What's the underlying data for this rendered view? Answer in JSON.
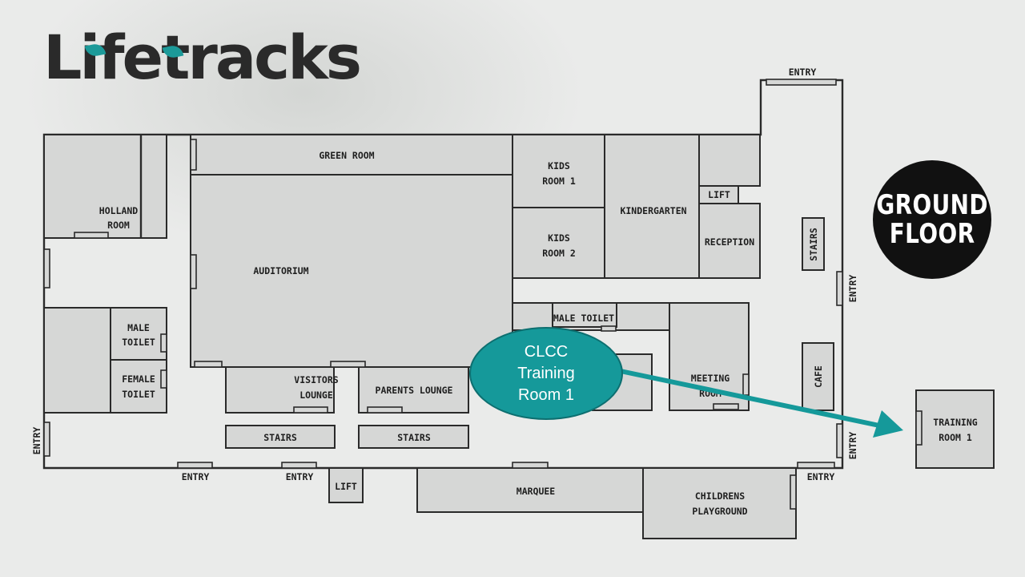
{
  "brand": {
    "logo_text": "Lifetracks",
    "accent_color": "#1c9a99"
  },
  "floor_badge": {
    "line1": "GROUND",
    "line2": "FLOOR"
  },
  "callout": {
    "line1": "CLCC",
    "line2": "Training",
    "line3": "Room 1",
    "color": "#15999a"
  },
  "rooms": {
    "holland": [
      "HOLLAND",
      "ROOM"
    ],
    "green_room": "GREEN ROOM",
    "auditorium": "AUDITORIUM",
    "kids1": [
      "KIDS",
      "ROOM 1"
    ],
    "kids2": [
      "KIDS",
      "ROOM 2"
    ],
    "kindergarten": "KINDERGARTEN",
    "lift_top": "LIFT",
    "reception": "RECEPTION",
    "stairs_right": "STAIRS",
    "male_toilet_left": [
      "MALE",
      "TOILET"
    ],
    "female_toilet": [
      "FEMALE",
      "TOILET"
    ],
    "visitors_lounge": [
      "VISITORS",
      "LOUNGE"
    ],
    "parents_lounge": "PARENTS LOUNGE",
    "male_toilet_mid": "MALE TOILET",
    "meeting": [
      "MEETING",
      "ROOM"
    ],
    "cafe": "CAFE",
    "stairs_a": "STAIRS",
    "stairs_b": "STAIRS",
    "lift_bottom": "LIFT",
    "marquee": "MARQUEE",
    "childrens": [
      "CHILDRENS",
      "PLAYGROUND"
    ],
    "training_room": [
      "TRAINING",
      "ROOM 1"
    ]
  },
  "entries": {
    "top": "ENTRY",
    "left": "ENTRY",
    "bottom1": "ENTRY",
    "bottom2": "ENTRY",
    "bottom3": "ENTRY",
    "right1": "ENTRY",
    "right2": "ENTRY"
  }
}
